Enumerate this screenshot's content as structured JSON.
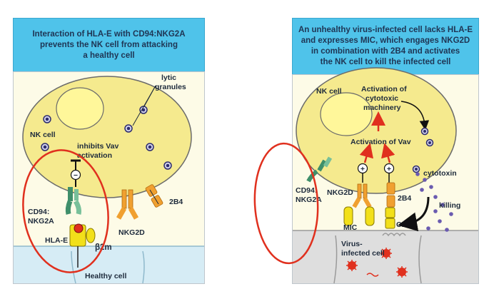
{
  "left_panel": {
    "title_line1": "Interaction of HLA-E with CD94:NKG2A",
    "title_line2": "prevents the NK cell from attacking",
    "title_line3": "a healthy cell",
    "lytic_line1": "lytic",
    "lytic_line2": "granules",
    "nk_cell": "NK cell",
    "inhibits_line1": "inhibits Vav",
    "inhibits_line2": "activation",
    "minus_sign": "−",
    "cd94_line1": "CD94:",
    "cd94_line2": "NKG2A",
    "hla_e": "HLA-E",
    "beta2m": "β2m",
    "nkg2d": "NKG2D",
    "b2b4": "2B4",
    "healthy_cell": "Healthy cell"
  },
  "right_panel": {
    "title_line1": "An unhealthy virus-infected cell lacks HLA-E",
    "title_line2": "and expresses MIC, which engages NKG2D",
    "title_line3": "in combination with 2B4 and activates",
    "title_line4": "the NK cell to kill the infected cell",
    "nk_cell": "NK cell",
    "activation_cyto_line1": "Activation of",
    "activation_cyto_line2": "cytotoxic",
    "activation_cyto_line3": "machinery",
    "activation_vav": "Activation of Vav",
    "plus_sign": "+",
    "cytotoxin": "cytotoxin",
    "cd94_line1": "CD94:",
    "cd94_line2": "NKG2A",
    "nkg2d": "NKG2D",
    "b2b4": "2B4",
    "killing": "killing",
    "mic": "MIC",
    "cd48": "CD48",
    "virus_line1": "Virus-",
    "virus_line2": "infected cell"
  },
  "colors": {
    "title_bg": "#4fc3ea",
    "nk_cell_fill": "#f5ea8e",
    "granule": "#2e2d6e",
    "receptor_green": "#3f8f6a",
    "receptor_orange": "#f0a030",
    "ligand_yellow": "#f2e01a",
    "red_highlight": "#e0301e",
    "healthy_cell_fill": "#d6ecf5",
    "infected_cell_fill": "#dedede"
  }
}
